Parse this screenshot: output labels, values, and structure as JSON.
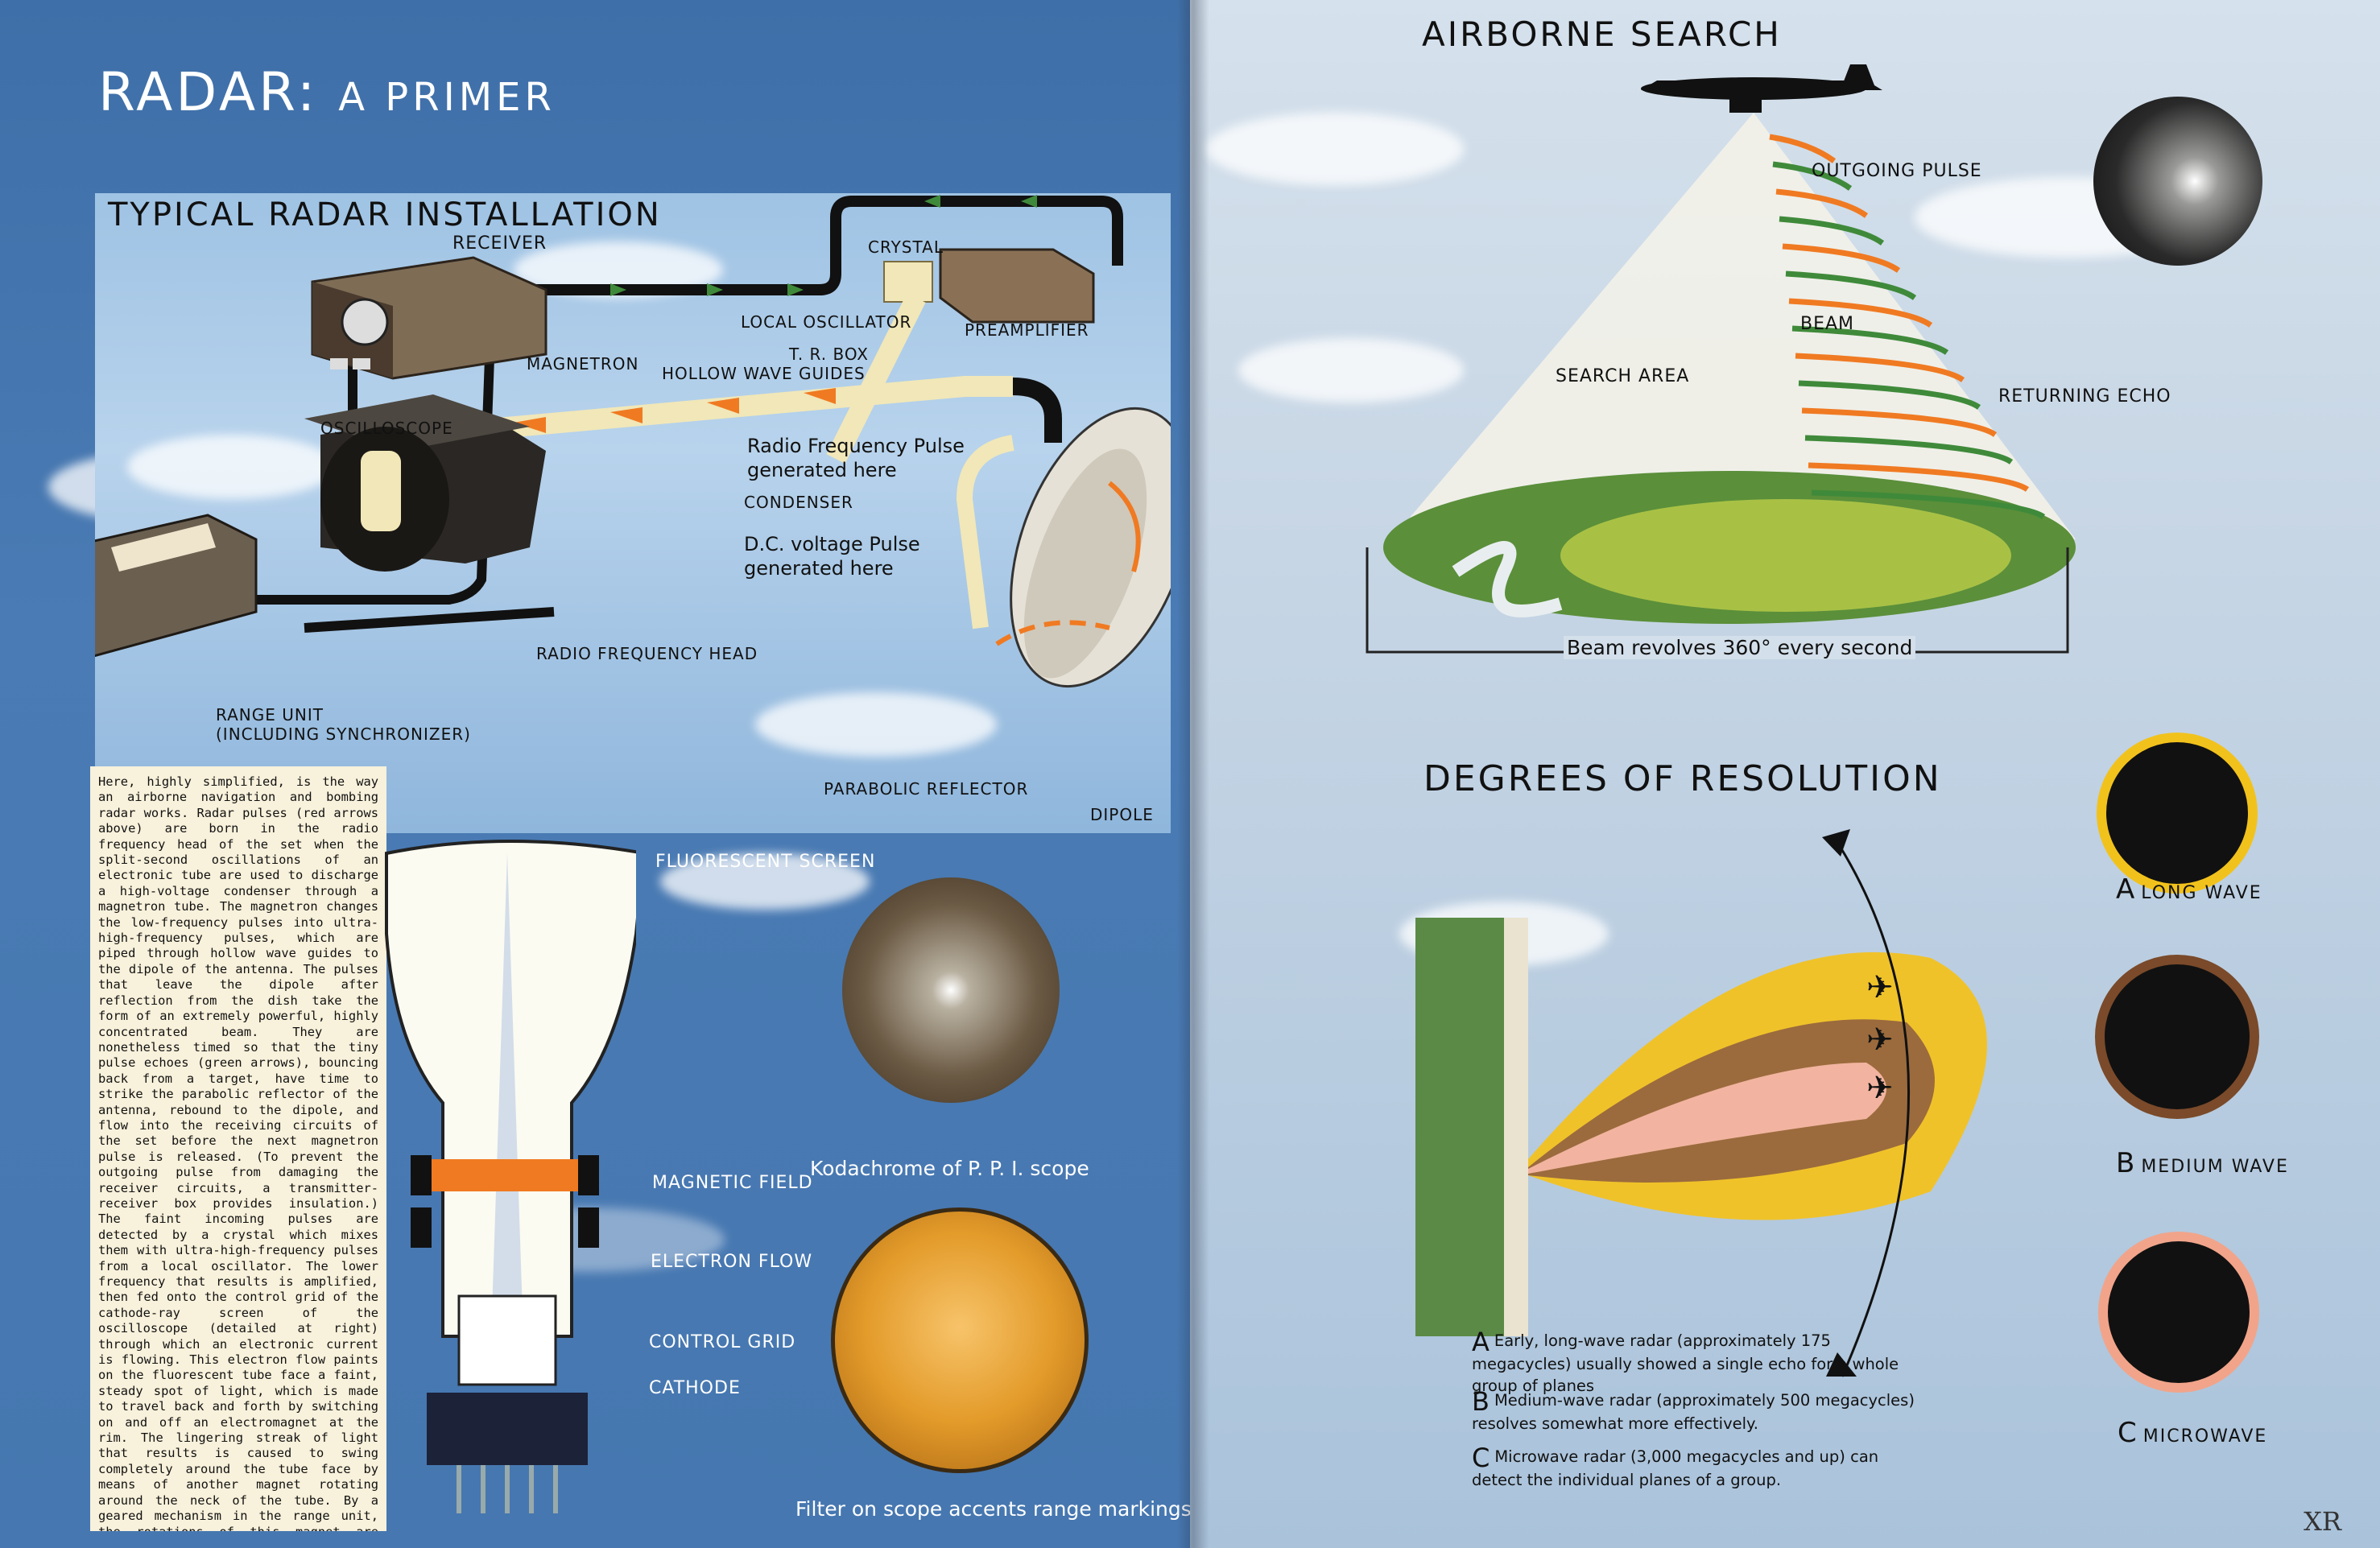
{
  "left_page": {
    "title_main": "RADAR:",
    "title_sub": "A PRIMER",
    "installation": {
      "heading": "TYPICAL RADAR INSTALLATION",
      "labels": {
        "receiver": "RECEIVER",
        "crystal": "CRYSTAL",
        "local_oscillator": "LOCAL OSCILLATOR",
        "preamplifier": "PREAMPLIFIER",
        "tr_box": "T. R. BOX",
        "magnetron": "MAGNETRON",
        "hollow_wave_guides": "HOLLOW WAVE GUIDES",
        "oscilloscope": "OSCILLOSCOPE",
        "rf_pulse_line1": "Radio Frequency Pulse",
        "rf_pulse_line2": "generated here",
        "condenser": "CONDENSER",
        "dc_pulse_line1": "D.C. voltage Pulse",
        "dc_pulse_line2": "generated here",
        "radio_frequency_head": "RADIO FREQUENCY HEAD",
        "range_unit_line1": "RANGE UNIT",
        "range_unit_line2": "(INCLUDING SYNCHRONIZER)",
        "parabolic_reflector": "PARABOLIC REFLECTOR",
        "dipole": "DIPOLE"
      }
    },
    "body_text": "Here, highly simplified, is the way an airborne navigation and bombing radar works. Radar pulses (red arrows above) are born in the radio frequency head of the set when the split-second oscillations of an electronic tube are used to discharge a high-voltage condenser through a magnetron tube. The magnetron changes the low-frequency pulses into ultra-high-frequency pulses, which are piped through hollow wave guides to the dipole of the antenna. The pulses that leave the dipole after reflection from the dish take the form of an extremely powerful, highly concentrated beam. They are nonetheless timed so that the tiny pulse echoes (green arrows), bouncing back from a target, have time to strike the parabolic reflector of the antenna, rebound to the dipole, and flow into the receiving circuits of the set before the next magnetron pulse is released. (To prevent the outgoing pulse from damaging the receiver circuits, a transmitter-receiver box provides insulation.) The faint incoming pulses are detected by a crystal which mixes them with ultra-high-frequency pulses from a local oscillator. The lower frequency that results is amplified, then fed onto the control grid of the cathode-ray screen of the oscilloscope (detailed at right) through which an electronic current is flowing. This electron flow paints on the fluorescent tube face a faint, steady spot of light, which is made to travel back and forth by switching on and off an electromagnet at the rim. The lingering streak of light that results is caused to swing completely around the tube face by means of another magnet rotating around the neck of the tube. By a geared mechanism in the range unit, the rotations of this magnet are synchronized with the rotations of the antenna of the set as it scans. Thus an echo from a target appears as a blob of light on the scope at a point corresponding to the point in space where the target lies. By means of range data supplied to the oscilloscope by the range unit, the point can be read in terms of its position.",
    "tube_labels": {
      "fluorescent_screen": "FLUORESCENT SCREEN",
      "magnetic_field": "MAGNETIC FIELD",
      "electron_flow": "ELECTRON FLOW",
      "control_grid": "CONTROL GRID",
      "cathode": "CATHODE"
    },
    "scope_captions": {
      "ppi": "Kodachrome of P. P. I. scope",
      "filter": "Filter on scope accents range markings"
    }
  },
  "right_page": {
    "airborne_heading": "AIRBORNE SEARCH",
    "airborne_labels": {
      "outgoing_pulse": "OUTGOING PULSE",
      "beam": "BEAM",
      "search_area": "SEARCH AREA",
      "returning_echo": "RETURNING ECHO",
      "beam_revolves": "Beam revolves 360° every second"
    },
    "resolution_heading": "DEGREES OF RESOLUTION",
    "waves": [
      {
        "letter": "A",
        "name": "LONG WAVE",
        "ring_color": "#f2c21c"
      },
      {
        "letter": "B",
        "name": "MEDIUM WAVE",
        "ring_color": "#7a4a2a"
      },
      {
        "letter": "C",
        "name": "MICROWAVE",
        "ring_color": "#f1a48a"
      }
    ],
    "notes": [
      {
        "letter": "A",
        "text": "Early, long-wave radar (approximately 175 megacycles) usually showed a single echo for a whole group of planes"
      },
      {
        "letter": "B",
        "text": "Medium-wave radar (approximately 500 megacycles) resolves somewhat more effectively."
      },
      {
        "letter": "C",
        "text": "Microwave radar (3,000 megacycles and up) can detect the individual planes of a group."
      }
    ],
    "watermark": "XR"
  },
  "colors": {
    "left_bg": "#4677b0",
    "outgoing_pulse": "#f07a22",
    "returning_echo": "#3f8a3a",
    "paper": "#f8f1db"
  }
}
